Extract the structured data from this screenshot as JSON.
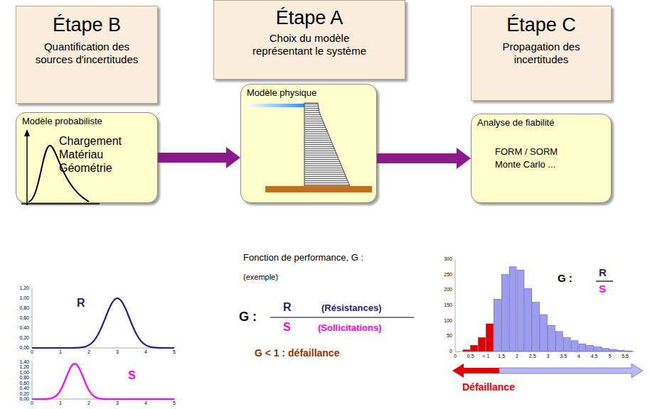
{
  "diagram": {
    "nodes": [
      {
        "text": [
          "Étape B",
          "Quantification des sources d'incertitudes"
        ]
      },
      {
        "text": [
          "Étape A",
          "Choix du modèle représentant le système"
        ]
      },
      {
        "text": [
          "Étape C",
          "Propagation des incertitudes"
        ]
      },
      {
        "text": [
          "Modèle probabiliste",
          "Chargement Matériau Géométrie"
        ]
      },
      {
        "text": [
          "Modèle physique"
        ]
      },
      {
        "text": [
          "Analyse de fiabilité",
          "FORM / SORM Monte Carlo ..."
        ]
      }
    ],
    "edges": [
      {
        "from": 3,
        "to": 4,
        "arrow": "to"
      },
      {
        "from": 4,
        "to": 5,
        "arrow": "to"
      }
    ],
    "labels": [
      "R",
      "0,00",
      "0,20",
      "0,40",
      "0,60",
      "0,80",
      "1,00",
      "1,20",
      "0",
      "1",
      "2",
      "3",
      "4",
      "5",
      "S",
      "0,00",
      "0,20",
      "0,40",
      "0,60",
      "0,80",
      "1,00",
      "1,20",
      "1,40",
      "0",
      "1",
      "2",
      "3",
      "4",
      "5",
      "Fonction de performance, G :",
      "(exemple)",
      "G :",
      "R",
      "(Résistances)",
      "S",
      "(Sollicitations)",
      "G < 1 : défaillance",
      "0",
      "50",
      "100",
      "150",
      "200",
      "250",
      "300",
      "0",
      "0,5",
      "< 1",
      "1,5",
      "2",
      "2,5",
      "3",
      "3,5",
      "4",
      "4,5",
      "5",
      "5,5",
      "G :",
      "R",
      "S",
      "Défaillance"
    ]
  }
}
